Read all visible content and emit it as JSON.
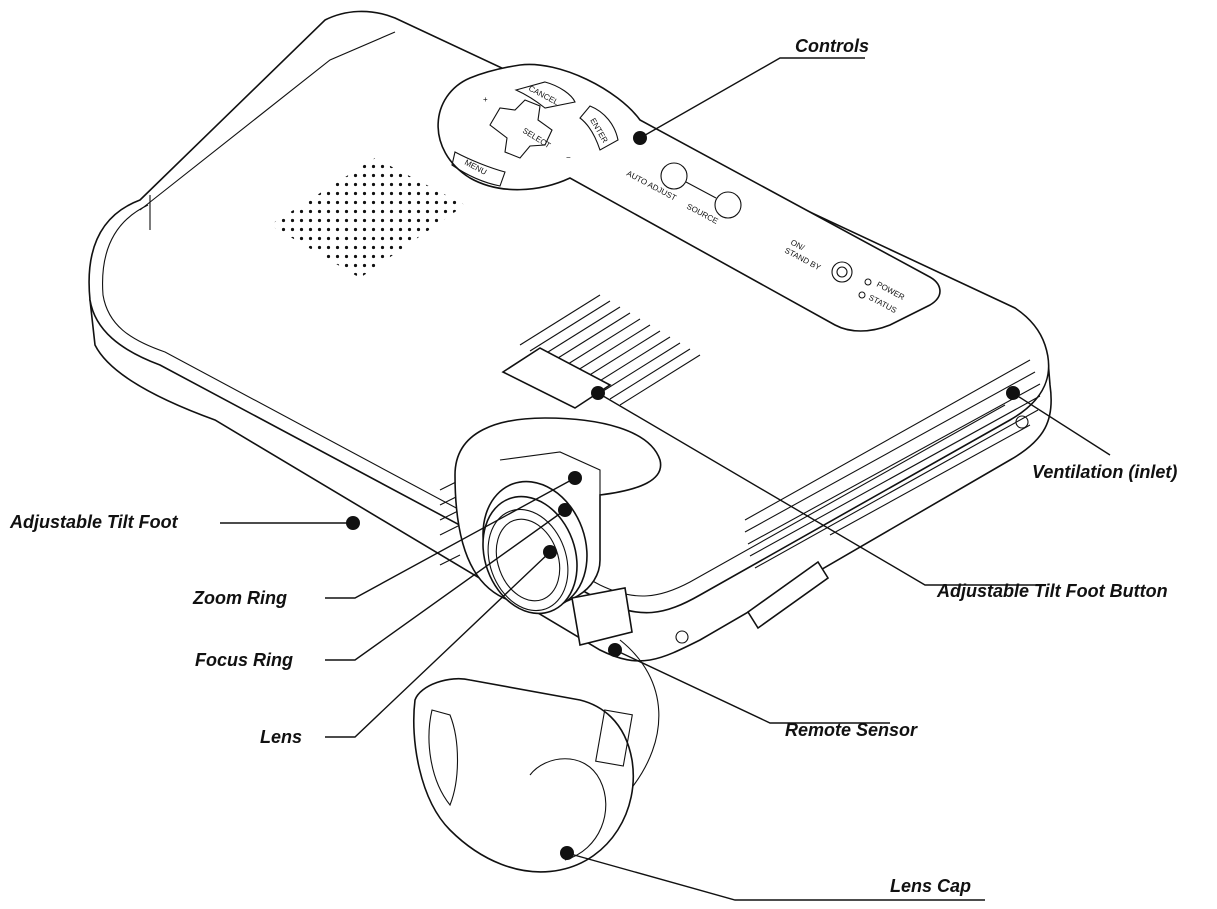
{
  "labels": {
    "controls": "Controls",
    "ventilation": "Ventilation (inlet)",
    "tilt_foot": "Adjustable Tilt Foot",
    "tilt_foot_button": "Adjustable Tilt Foot Button",
    "zoom_ring": "Zoom Ring",
    "focus_ring": "Focus Ring",
    "lens": "Lens",
    "remote_sensor": "Remote Sensor",
    "lens_cap": "Lens Cap"
  },
  "panel_markings": {
    "cancel": "CANCEL",
    "enter": "ENTER",
    "menu": "MENU",
    "select": "SELECT",
    "plus": "+",
    "minus": "−",
    "auto_adjust": "AUTO ADJUST",
    "source": "SOURCE",
    "on": "ON/",
    "stand_by": "STAND BY",
    "power": "POWER",
    "status": "STATUS"
  },
  "colors": {
    "line": "#111111",
    "background": "#ffffff"
  }
}
